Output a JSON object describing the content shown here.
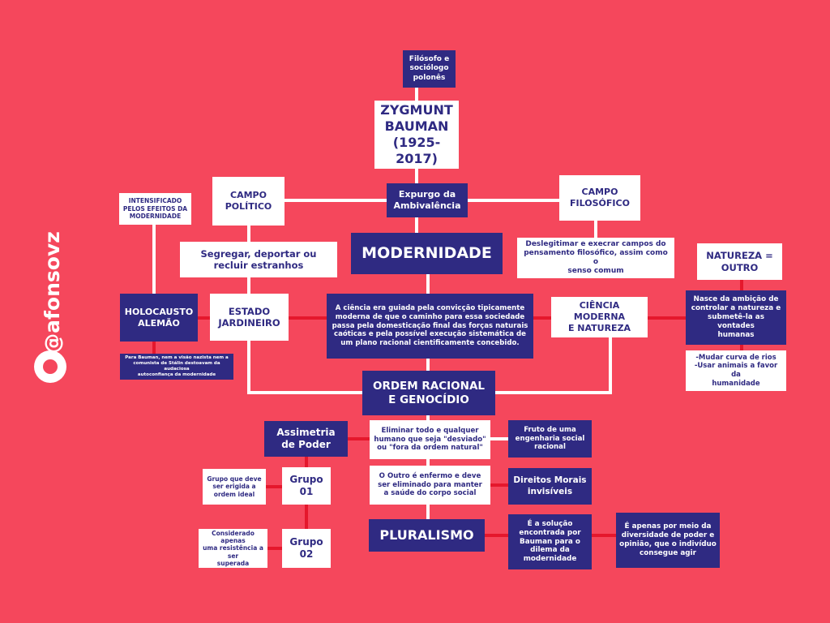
{
  "brand": {
    "handle": "@afonsovz"
  },
  "colors": {
    "background": "#f5475c",
    "navy": "#2f2a82",
    "white": "#ffffff",
    "red_line": "#e5172c"
  },
  "nodes": {
    "subtitle": "Filósofo e\nsociólogo\npolonês",
    "title": "ZYGMUNT\nBAUMAN\n(1925-2017)",
    "expurgo": "Expurgo da\nAmbivalência",
    "campo_politico": "CAMPO\nPOLÍTICO",
    "campo_filosofico": "CAMPO\nFILOSÓFICO",
    "intensificado": "INTENSIFICADO\nPELOS EFEITOS DA\nMODERNIDADE",
    "modernidade": "MODERNIDADE",
    "segregar": "Segregar, deportar ou\nrecluir estranhos",
    "deslegitimar": "Deslegitimar e execrar campos do\npensamento filosófico, assim como o\nsenso comum",
    "natureza_outro": "NATUREZA =\nOUTRO",
    "holocausto": "HOLOCAUSTO\nALEMÃO",
    "estado_jardineiro": "ESTADO\nJARDINEIRO",
    "ciencia_texto": "A ciência era guiada pela convicção tipicamente\nmoderna de que o caminho para essa sociedade\npassa pela domesticação final das forças naturais\ncaóticas e pela possível execução sistemática  de\num plano racional cientificamente concebido.",
    "ciencia_moderna": "CIÊNCIA MODERNA\nE NATUREZA",
    "nasce": "Nasce da ambição de\ncontrolar a natureza e\nsubmetê-la as vontades\nhumanas",
    "para_bauman": "Para Bauman, nem a visão nazista nem a\ncomunista de Stálin destoavam da audaciosa\nautoconfiança da modernidade",
    "mudar": "-Mudar curva de rios\n-Usar animais a favor da\nhumanidade",
    "ordem_racional": "ORDEM RACIONAL\nE GENOCÍDIO",
    "assimetria": "Assimetria\nde Poder",
    "eliminar": "Eliminar todo e qualquer\nhumano que seja \"desviado\"\nou \"fora da ordem natural\"",
    "fruto": "Fruto de uma\nengenharia social\nracional",
    "grupo_deve": "Grupo que deve\nser erigida a\nordem ideal",
    "grupo01": "Grupo\n01",
    "outro_enfermo": "O Outro é enfermo e deve\nser eliminado para manter\na saúde do corpo social",
    "direitos": "Direitos Morais\ninvisíveis",
    "considerado": "Considerado apenas\numa resistência a ser\nsuperada",
    "grupo02": "Grupo\n02",
    "pluralismo": "PLURALISMO",
    "solucao": "É  a solução\nencontrada por\nBauman para o\ndilema da\nmodernidade",
    "apenas": "É apenas por meio da\ndiversidade de poder e\nopinião, que o indivíduo\nconsegue agir"
  }
}
